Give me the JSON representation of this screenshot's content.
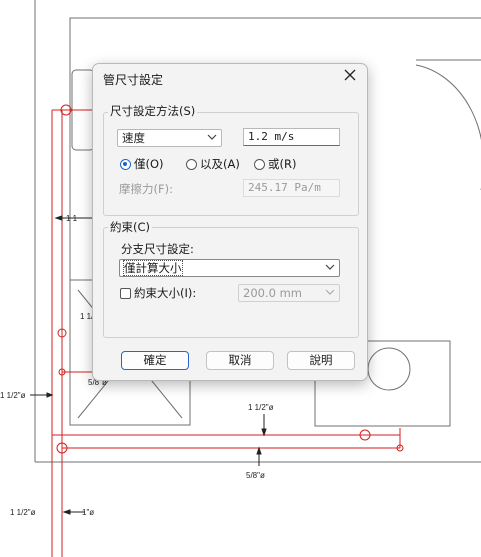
{
  "drawing": {
    "dim_labels": {
      "l1": "1 1",
      "l2": "1 1/2",
      "l3": "5/8\"ø",
      "l4": "1 1/2\"ø",
      "l5": "1 1/2\"ø",
      "l6": "5/8\"ø",
      "l7": "1 1/2\"ø",
      "l8": "1\"ø"
    }
  },
  "dialog": {
    "title": "管尺寸設定",
    "group1": {
      "label": "尺寸設定方法(S)",
      "method_value": "速度",
      "method_input": "1.2 m/s",
      "radio_only": "僅(O)",
      "radio_and": "以及(A)",
      "radio_or": "或(R)",
      "selected_radio": "僅(O)",
      "friction_label": "摩擦力(F):",
      "friction_value": "245.17 Pa/m"
    },
    "group2": {
      "label": "約束(C)",
      "branch_label": "分支尺寸設定:",
      "branch_value": "僅計算大小",
      "maxsize_label": "約束大小(I):",
      "maxsize_value": "200.0 mm",
      "maxsize_checked": false
    },
    "buttons": {
      "ok": "確定",
      "cancel": "取消",
      "help": "說明"
    }
  }
}
